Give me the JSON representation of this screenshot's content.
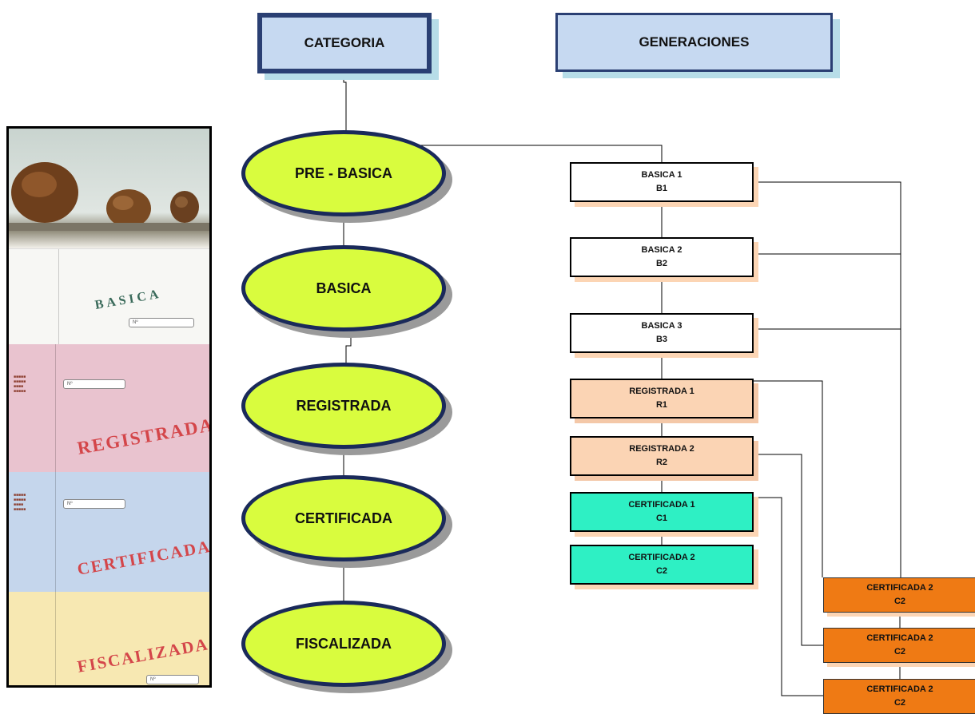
{
  "header": {
    "categoria": "CATEGORIA",
    "generaciones": "GENERACIONES"
  },
  "categories": [
    "PRE - BASICA",
    "BASICA",
    "REGISTRADA",
    "CERTIFICADA",
    "FISCALIZADA"
  ],
  "generations": [
    {
      "name": "BASICA 1",
      "code": "B1"
    },
    {
      "name": "BASICA 2",
      "code": "B2"
    },
    {
      "name": "BASICA 3",
      "code": "B3"
    },
    {
      "name": "REGISTRADA 1",
      "code": "R1"
    },
    {
      "name": "REGISTRADA 2",
      "code": "R2"
    },
    {
      "name": "CERTIFICADA 1",
      "code": "C1"
    },
    {
      "name": "CERTIFICADA 2",
      "code": "C2"
    }
  ],
  "outputs": [
    {
      "name": "CERTIFICADA 2",
      "code": "C2"
    },
    {
      "name": "CERTIFICADA 2",
      "code": "C2"
    },
    {
      "name": "CERTIFICADA 2",
      "code": "C2"
    }
  ],
  "photos": {
    "basica": "BASICA",
    "registrada": "REGISTRADA",
    "certificada": "CERTIFICADA",
    "fiscalizada": "FISCALIZADA",
    "number_mark": "Nº"
  },
  "colors": {
    "header_fill": "#c6d9f1",
    "header_border": "#2a3f73",
    "ellipse_fill": "#d9fc3e",
    "basica_fill": "#ffffff",
    "registrada_fill": "#fbd4b4",
    "certificada_fill": "#2ef0c4",
    "output_fill": "#ef7a14"
  }
}
